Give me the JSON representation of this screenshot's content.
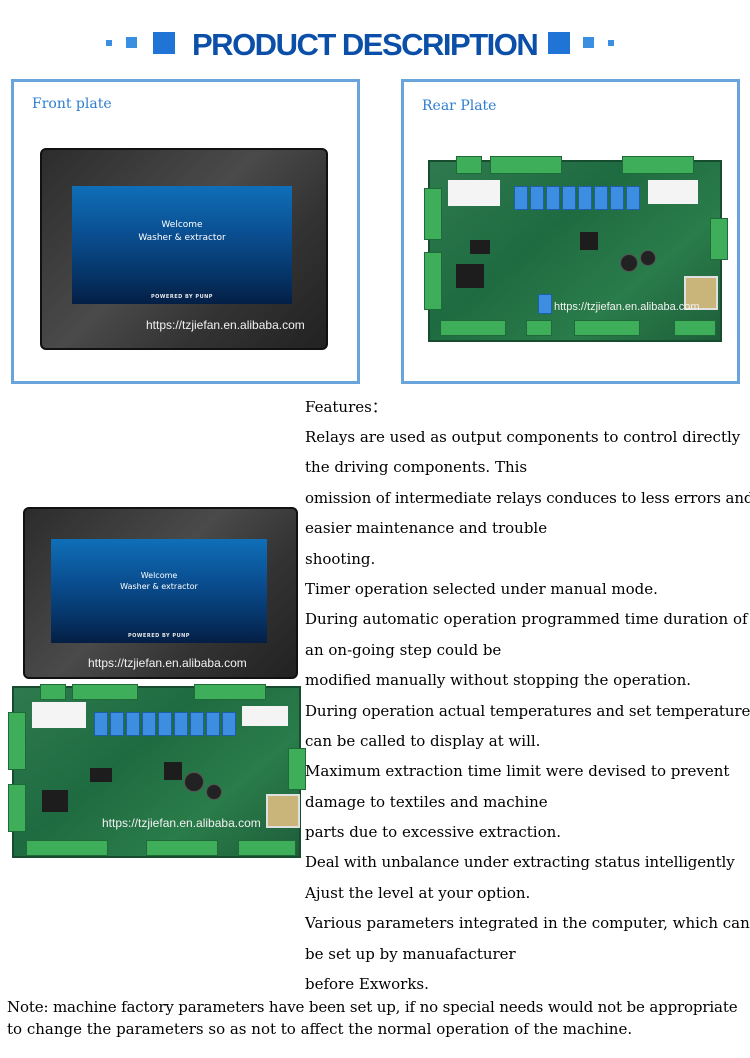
{
  "header": {
    "title": "PRODUCT DESCRIPTION"
  },
  "front_panel": {
    "label": "Front plate",
    "screen": {
      "welcome_line1": "Welcome",
      "welcome_line2": "Washer & extractor",
      "powered_by": "POWERED BY PUNP",
      "watermark": "https://tzjiefan.en.alibaba.com"
    }
  },
  "rear_panel": {
    "label": "Rear Plate",
    "watermark": "https://tzjiefan.en.alibaba.com"
  },
  "features": {
    "heading": "Features：",
    "lines": [
      "Relays are used as output components to control directly",
      "the driving components. This",
      "omission of intermediate relays conduces to less errors and",
      "easier maintenance and trouble",
      "shooting.",
      "Timer operation selected under manual mode.",
      "During automatic operation programmed time duration of",
      "an on-going step could be",
      "modified manually without stopping the operation.",
      "During operation actual temperatures and set temperatures",
      "can be called to display at will.",
      "Maximum extraction time limit were devised to prevent",
      "damage to textiles and machine",
      "parts due to excessive extraction.",
      "Deal with unbalance under extracting status intelligently",
      "Ajust the level at your option.",
      "Various parameters integrated in the computer, which can",
      "be set up by manuafacturer",
      "before Exworks."
    ]
  },
  "left_images": {
    "screen": {
      "welcome_line1": "Welcome",
      "welcome_line2": "Washer & extractor",
      "powered_by": "POWERED BY PUNP",
      "watermark": "https://tzjiefan.en.alibaba.com"
    },
    "board_watermark": "https://tzjiefan.en.alibaba.com"
  },
  "note": {
    "line1": "Note: machine factory parameters have been set up, if no special needs would not be appropriate",
    "line2": "to change the parameters so as not to affect the normal operation of the machine."
  },
  "colors": {
    "title": "#0b4fa8",
    "accent_squares": "#3a8fe0",
    "panel_border": "#6aa4dc",
    "panel_label": "#2d7ed0",
    "pcb_green": "#1f6b41",
    "relay_blue": "#3d8ee0"
  }
}
